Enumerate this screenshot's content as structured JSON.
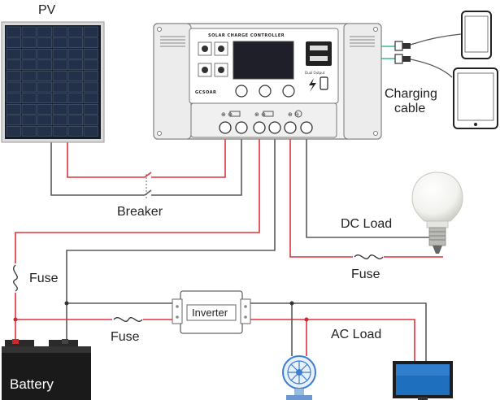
{
  "labels": {
    "pv": "PV",
    "breaker": "Breaker",
    "dc_load": "DC Load",
    "charging_cable_line1": "Charging",
    "charging_cable_line2": "cable",
    "fuse_left": "Fuse",
    "fuse_bottom": "Fuse",
    "fuse_dc": "Fuse",
    "inverter": "Inverter",
    "ac_load": "AC Load",
    "battery": "Battery"
  },
  "controller": {
    "title": "SOLAR CHARGE CONTROLLER",
    "brand": "GCSOAR",
    "dual_output": "Dual Output"
  },
  "colors": {
    "positive_wire": "#e0323c",
    "negative_wire": "#5a5a5a",
    "controller_body": "#f4f4f4",
    "panel_cell": "#1b2533",
    "screen": "#1f1f2a"
  },
  "icons": [
    "solar-panel-icon",
    "charge-controller-icon",
    "usb-plug-icon",
    "phone-icon",
    "tablet-icon",
    "light-bulb-icon",
    "battery-icon",
    "fan-icon",
    "monitor-icon",
    "fuse-icon",
    "breaker-icon",
    "inverter-icon"
  ]
}
